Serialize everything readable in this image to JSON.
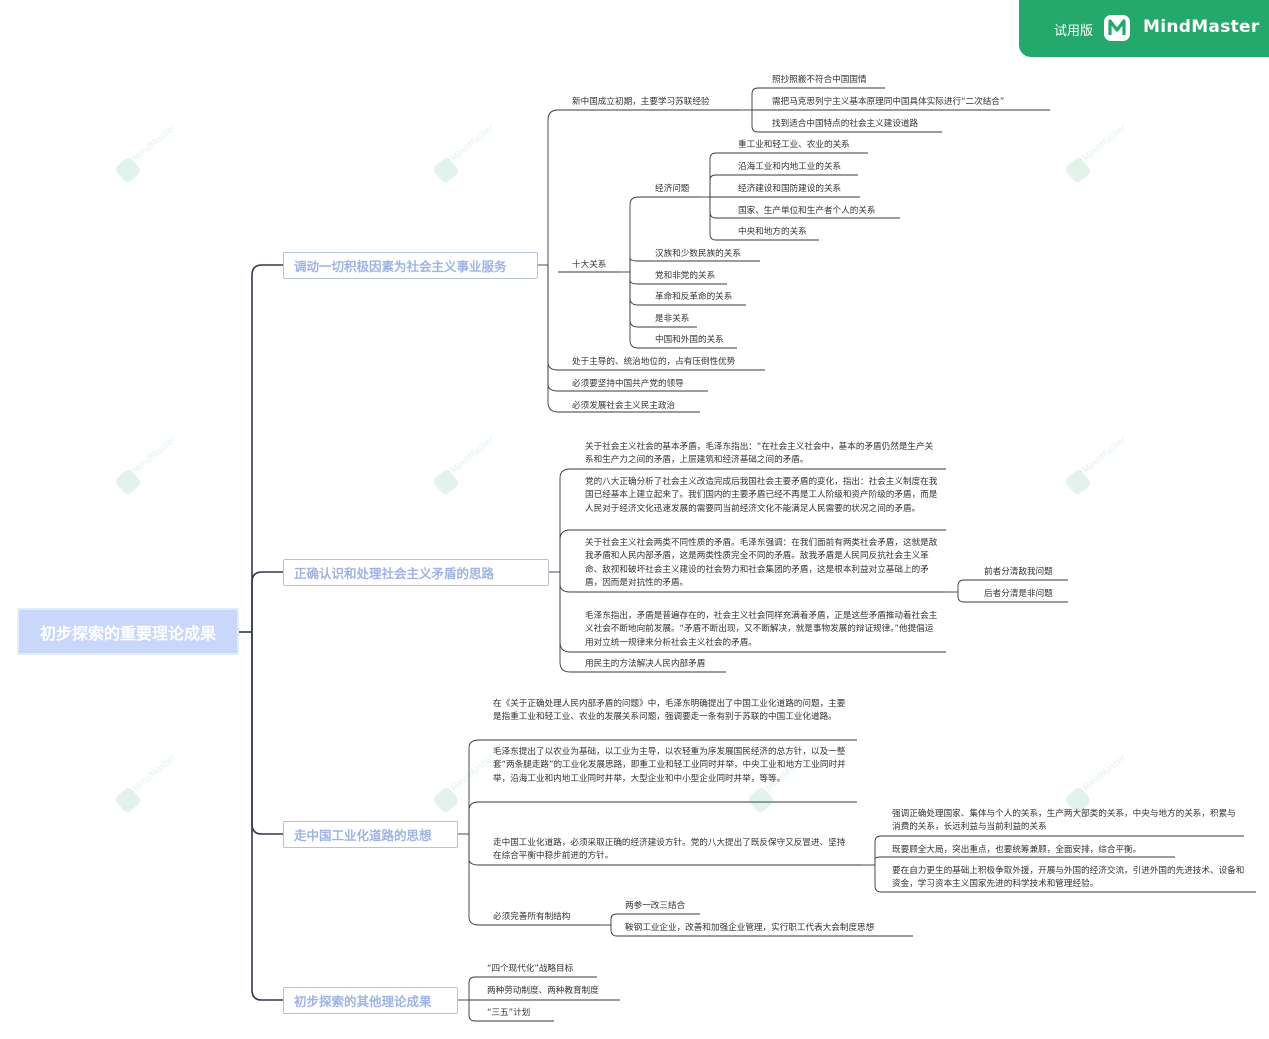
{
  "badge": {
    "trial": "试用版",
    "brand": "MindMaster",
    "logo_icon": "mindmaster-logo-icon"
  },
  "root": "初步探索的重要理论成果",
  "branches": {
    "b1": {
      "title": "调动一切积极因素为社会主义事业服务",
      "n1": "新中国成立初期，主要学习苏联经验",
      "n1_children": [
        "照抄照搬不符合中国国情",
        "需把马克思列宁主义基本原理同中国具体实际进行“二次结合”",
        "找到适合中国特点的社会主义建设道路"
      ],
      "n2": "十大关系",
      "econ": "经济问题",
      "econ_children": [
        "重工业和轻工业、农业的关系",
        "沿海工业和内地工业的关系",
        "经济建设和国防建设的关系",
        "国家、生产单位和生产者个人的关系",
        "中央和地方的关系"
      ],
      "n2_children": [
        "汉族和少数民族的关系",
        "党和非党的关系",
        "革命和反革命的关系",
        "是非关系",
        "中国和外国的关系"
      ],
      "n3": "处于主导的、统治地位的，占有压倒性优势",
      "n4": "必须要坚持中国共产党的领导",
      "n5": "必须发展社会主义民主政治"
    },
    "b2": {
      "title": "正确认识和处理社会主义矛盾的思路",
      "p1": "关于社会主义社会的基本矛盾，毛泽东指出：“在社会主义社会中，基本的矛盾仍然是生产关系和生产力之间的矛盾，上层建筑和经济基础之间的矛盾。",
      "p2": "党的八大正确分析了社会主义改造完成后我国社会主要矛盾的变化，指出：社会主义制度在我国已经基本上建立起来了。我们国内的主要矛盾已经不再是工人阶级和资产阶级的矛盾，而是人民对于经济文化迅速发展的需要同当前经济文化不能满足人民需要的状况之间的矛盾。",
      "p3": "关于社会主义社会两类不同性质的矛盾。毛泽东强调：在我们面前有两类社会矛盾，这就是敌我矛盾和人民内部矛盾，这是两类性质完全不同的矛盾。敌我矛盾是人民同反抗社会主义革命、敌视和破坏社会主义建设的社会势力和社会集团的矛盾，这是根本利益对立基础上的矛盾，因而是对抗性的矛盾。",
      "p3_children": [
        "前者分清敌我问题",
        "后者分清是非问题"
      ],
      "p4": "毛泽东指出，矛盾是普遍存在的，社会主义社会同样充满着矛盾，正是这些矛盾推动着社会主义社会不断地向前发展。“矛盾不断出现，又不断解决，就是事物发展的辩证规律。”他提倡运用对立统一规律来分析社会主义社会的矛盾。",
      "p5": "用民主的方法解决人民内部矛盾"
    },
    "b3": {
      "title": "走中国工业化道路的思想",
      "p1": "在《关于正确处理人民内部矛盾的问题》中，毛泽东明确提出了中国工业化道路的问题，主要是指重工业和轻工业、农业的发展关系问题，强调要走一条有别于苏联的中国工业化道路。",
      "p2": "毛泽东提出了以农业为基础，以工业为主导，以农轻重为序发展国民经济的总方针，以及一整套“两条腿走路”的工业化发展思路，即重工业和轻工业同时并举，中央工业和地方工业同时并举，沿海工业和内地工业同时并举，大型企业和中小型企业同时并举，等等。",
      "p3": "走中国工业化道路，必须采取正确的经济建设方针。党的八大提出了既反保守又反冒进、坚持在综合平衡中稳步前进的方针。",
      "p3_children": [
        "强调正确处理国家、集体与个人的关系，生产两大部类的关系，中央与地方的关系，积累与消费的关系，长远利益与当前利益的关系",
        "既要顾全大局，突出重点，也要统筹兼顾，全面安排，综合平衡。",
        "要在自力更生的基础上积极争取外援，开展与外国的经济交流，引进外国的先进技术、设备和资金，学习资本主义国家先进的科学技术和管理经验。"
      ],
      "p4": "必须完善所有制结构",
      "p4_children": [
        "两参一改三结合",
        "鞍钢工业企业，改善和加强企业管理，实行职工代表大会制度思想"
      ]
    },
    "b4": {
      "title": "初步探索的其他理论成果",
      "children": [
        "“四个现代化”战略目标",
        "两种劳动制度、两种教育制度",
        "“三五”计划"
      ]
    },
    "watermark": "MindMaster"
  }
}
